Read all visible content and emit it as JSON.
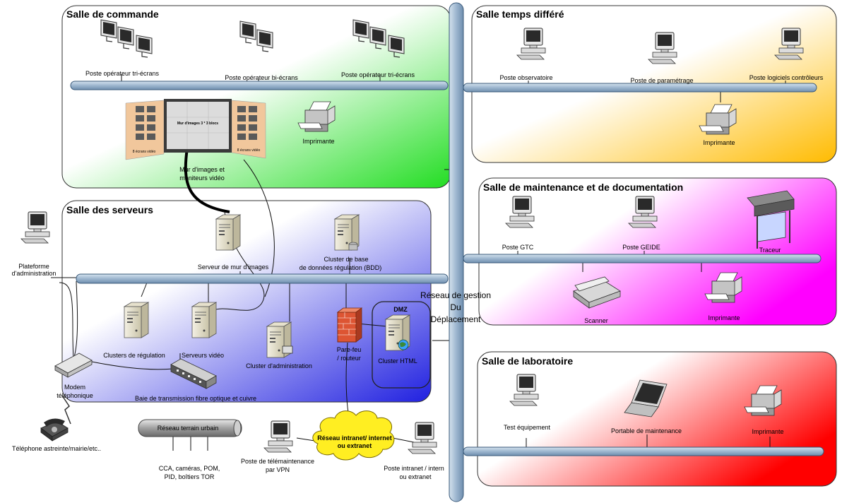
{
  "rooms": {
    "commande": "Salle de commande",
    "serveurs": "Salle des serveurs",
    "differe": "Salle temps différé",
    "maintenance": "Salle de maintenance et de documentation",
    "laboratoire": "Salle de laboratoire"
  },
  "labels": {
    "poste_tri_1": "Poste opérateur tri-écrans",
    "poste_bi": "Poste opérateur bi-écrans",
    "poste_tri_2": "Poste opérateur tri-écrans",
    "imprimante_cmd": "Imprimante",
    "mur_line1": "Mur d'images et",
    "mur_line2": "moniteurs vidéo",
    "mur_inner": "Mur d'images 3 * 3 blocs",
    "ecrans_gauche": "8 écrans vidéo",
    "ecrans_droite": "8 écrans vidéo",
    "poste_observatoire": "Poste observatoire",
    "poste_parametrage": "Poste de paramétrage",
    "poste_logiciels": "Poste logiciels contrôleurs",
    "imprimante_diff": "Imprimante",
    "poste_gtc": "Poste GTC",
    "poste_geide": "Poste GEIDE",
    "traceur": "Traceur",
    "scanner": "Scanner",
    "imprimante_maint": "Imprimante",
    "reseau_gestion_1": "Réseau de gestion",
    "reseau_gestion_2": "Du",
    "reseau_gestion_3": "Déplacement",
    "test_equipement": "Test équipement",
    "portable_maintenance": "Portable de maintenance",
    "imprimante_labo": "Imprimante",
    "plateforme_1": "Plateforme",
    "plateforme_2": "d'administration",
    "serveur_mur": "Serveur de mur d'images",
    "cluster_bdd_1": "Cluster de base",
    "cluster_bdd_2": "de données régulation (BDD)",
    "clusters_regulation": "Clusters de régulation",
    "serveurs_video": "Serveurs vidéo",
    "cluster_admin": "Cluster d'administration",
    "parefeu_1": "Pare-feu",
    "parefeu_2": "/ routeur",
    "dmz": "DMZ",
    "cluster_html": "Cluster HTML",
    "baie": "Baie de transmission fibre optique et cuivre",
    "modem_1": "Modem",
    "modem_2": "téléphonique",
    "telephone": "Téléphone astreinte/mairie/etc..",
    "reseau_urbain": "Réseau terrain urbain",
    "cca_1": "CCA, caméras, POM,",
    "cca_2": "PID, boîtiers TOR",
    "intranet_cloud_1": "Réseau intranet/ internet",
    "intranet_cloud_2": "ou extranet",
    "teleman_1": "Poste de télémaintenance",
    "teleman_2": "par VPN",
    "poste_intranet_1": "Poste intranet / intern",
    "poste_intranet_2": "ou extranet"
  },
  "colors": {
    "pipe_fill": "#a8bfd6",
    "pipe_stroke": "#3a5a7a",
    "green": "#22dd22",
    "blue": "#2222dd",
    "yellow": "#ffcc00",
    "magenta": "#ff00ff",
    "red": "#ff0000",
    "firewall": "#dd5533",
    "cloud": "#ffee22"
  }
}
